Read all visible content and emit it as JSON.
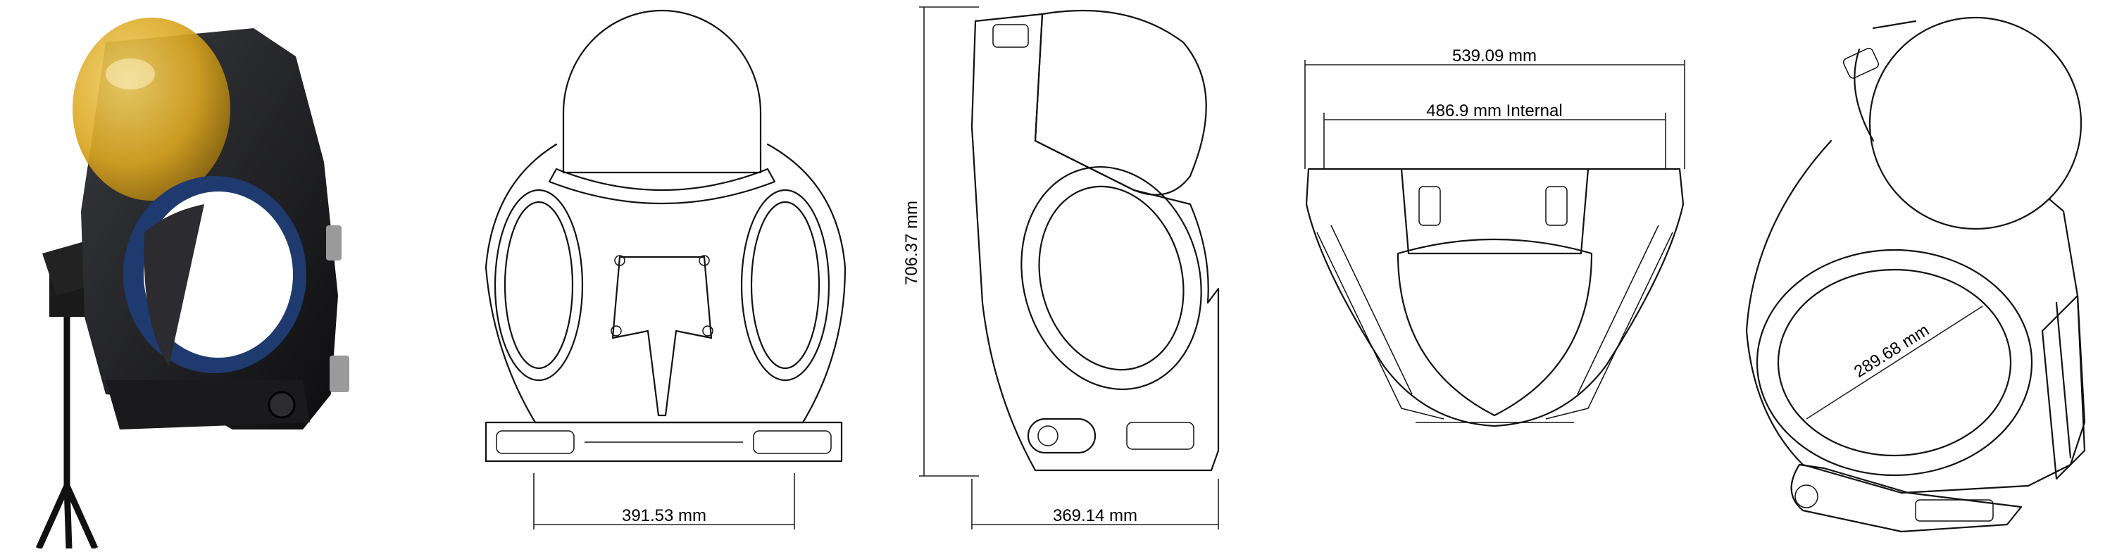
{
  "dimensions": {
    "front_width": "391.53 mm",
    "side_height": "706.37 mm",
    "side_depth": "369.14 mm",
    "top_outer_width": "539.09 mm",
    "top_internal_width": "486.9 mm Internal",
    "porthole_diameter": "289.68 mm"
  },
  "colors": {
    "dome_tint": "#d9a520",
    "shell": "#1e1f22",
    "porthole_ring": "#1f3a6e",
    "line": "#111111"
  },
  "views": [
    "rendered-photo",
    "front-view",
    "side-view",
    "top-view",
    "isometric-view"
  ]
}
